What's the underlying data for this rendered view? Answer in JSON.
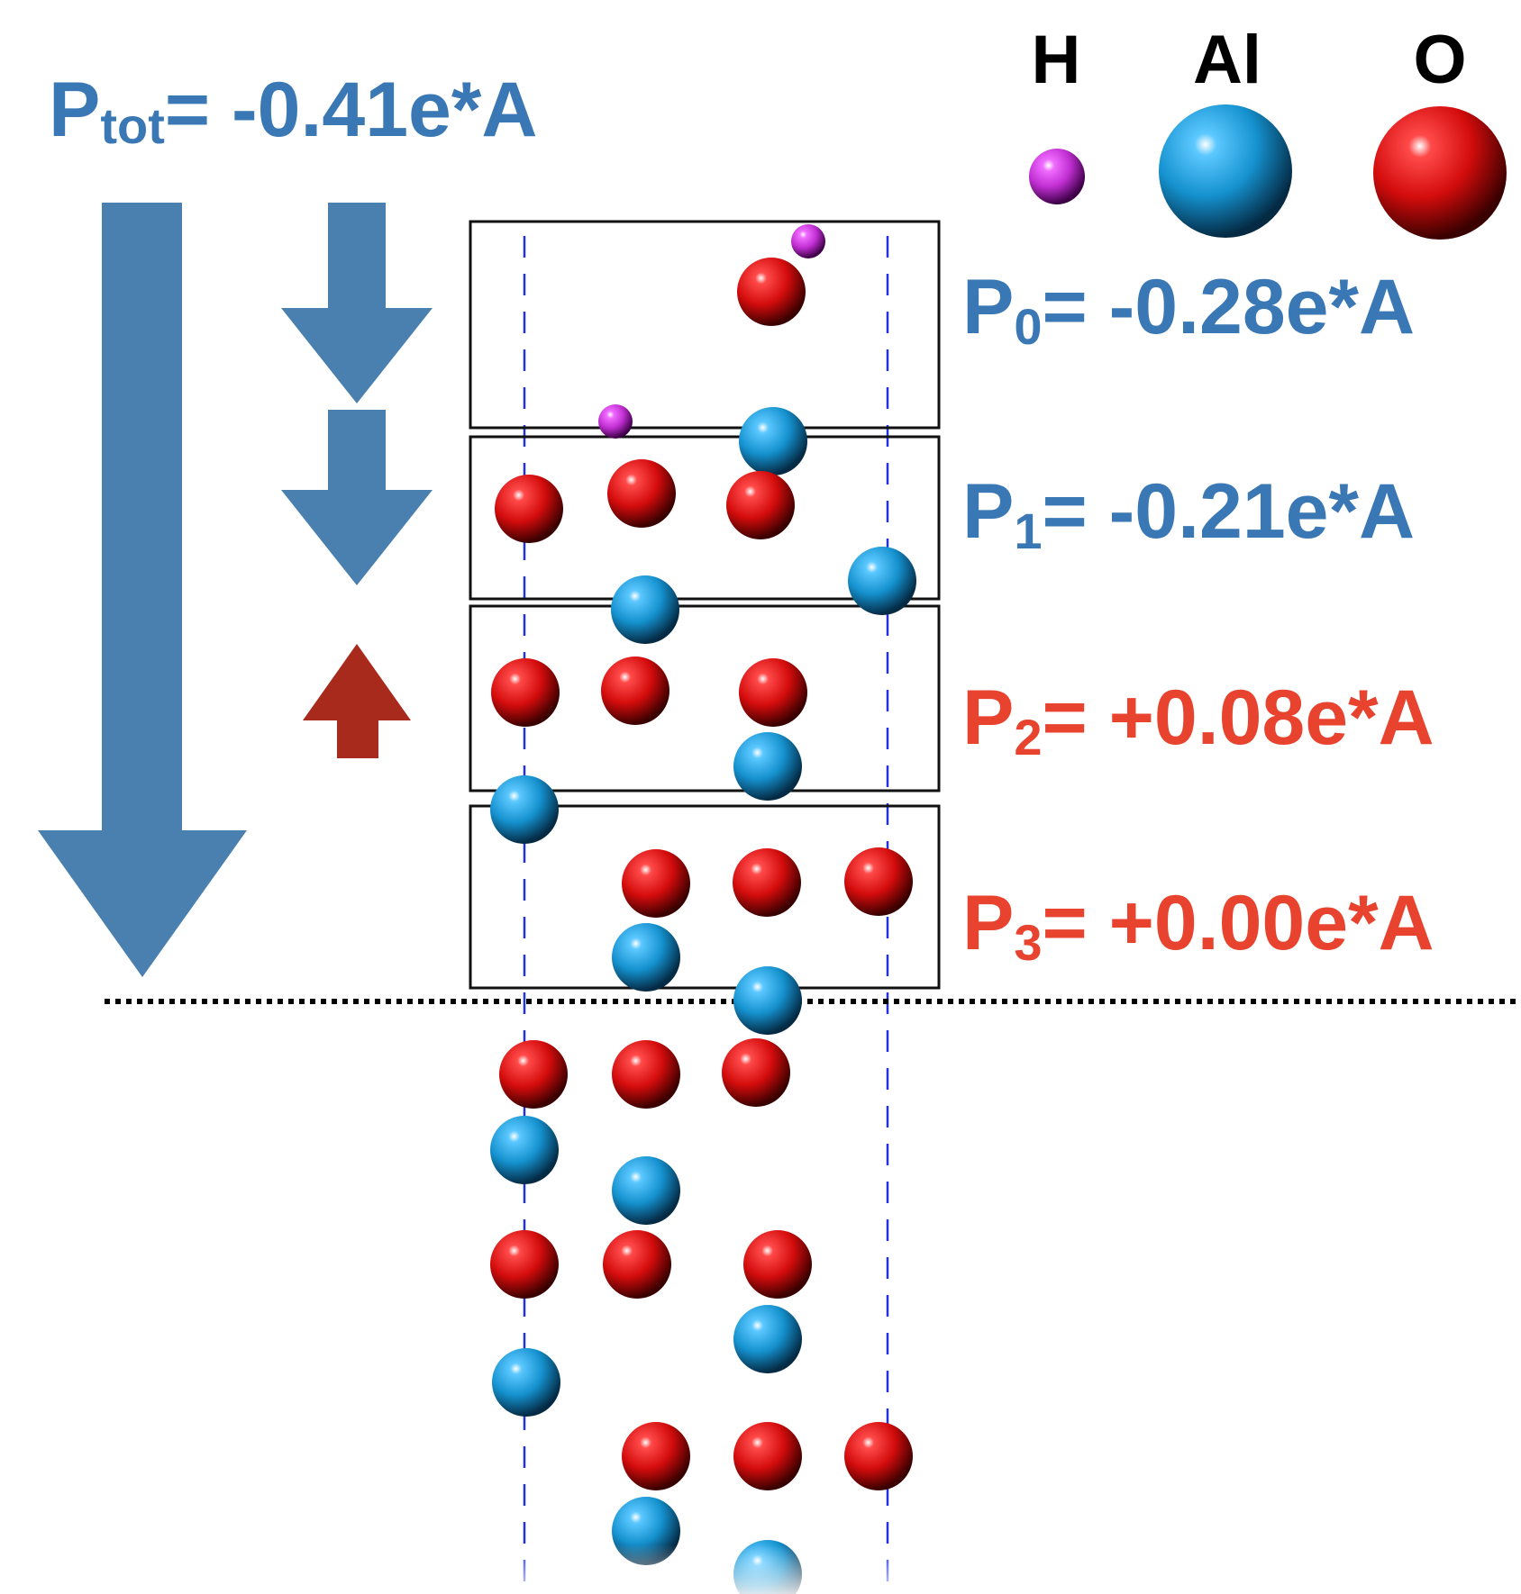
{
  "legend": {
    "h_label": "H",
    "al_label": "Al",
    "o_label": "O"
  },
  "total": {
    "base": "P",
    "sub": "tot",
    "rest": "= -0.41e*A",
    "color": "#3a78b5",
    "direction": "down"
  },
  "layers": [
    {
      "base": "P",
      "sub": "0",
      "rest": "= -0.28e*A",
      "color": "#3a78b5",
      "direction": "down"
    },
    {
      "base": "P",
      "sub": "1",
      "rest": "= -0.21e*A",
      "color": "#3a78b5",
      "direction": "down"
    },
    {
      "base": "P",
      "sub": "2",
      "rest": "= +0.08e*A",
      "color": "#e8432f",
      "direction": "up"
    },
    {
      "base": "P",
      "sub": "3",
      "rest": "= +0.00e*A",
      "color": "#e8432f",
      "direction": "none"
    }
  ],
  "colors": {
    "arrow_blue": "#4a80b0",
    "arrow_red": "#a82a1c",
    "atom_H": "#c531d6",
    "atom_Al": "#1b9ad6",
    "atom_O": "#e01010",
    "cell_line": "#2233dd"
  }
}
